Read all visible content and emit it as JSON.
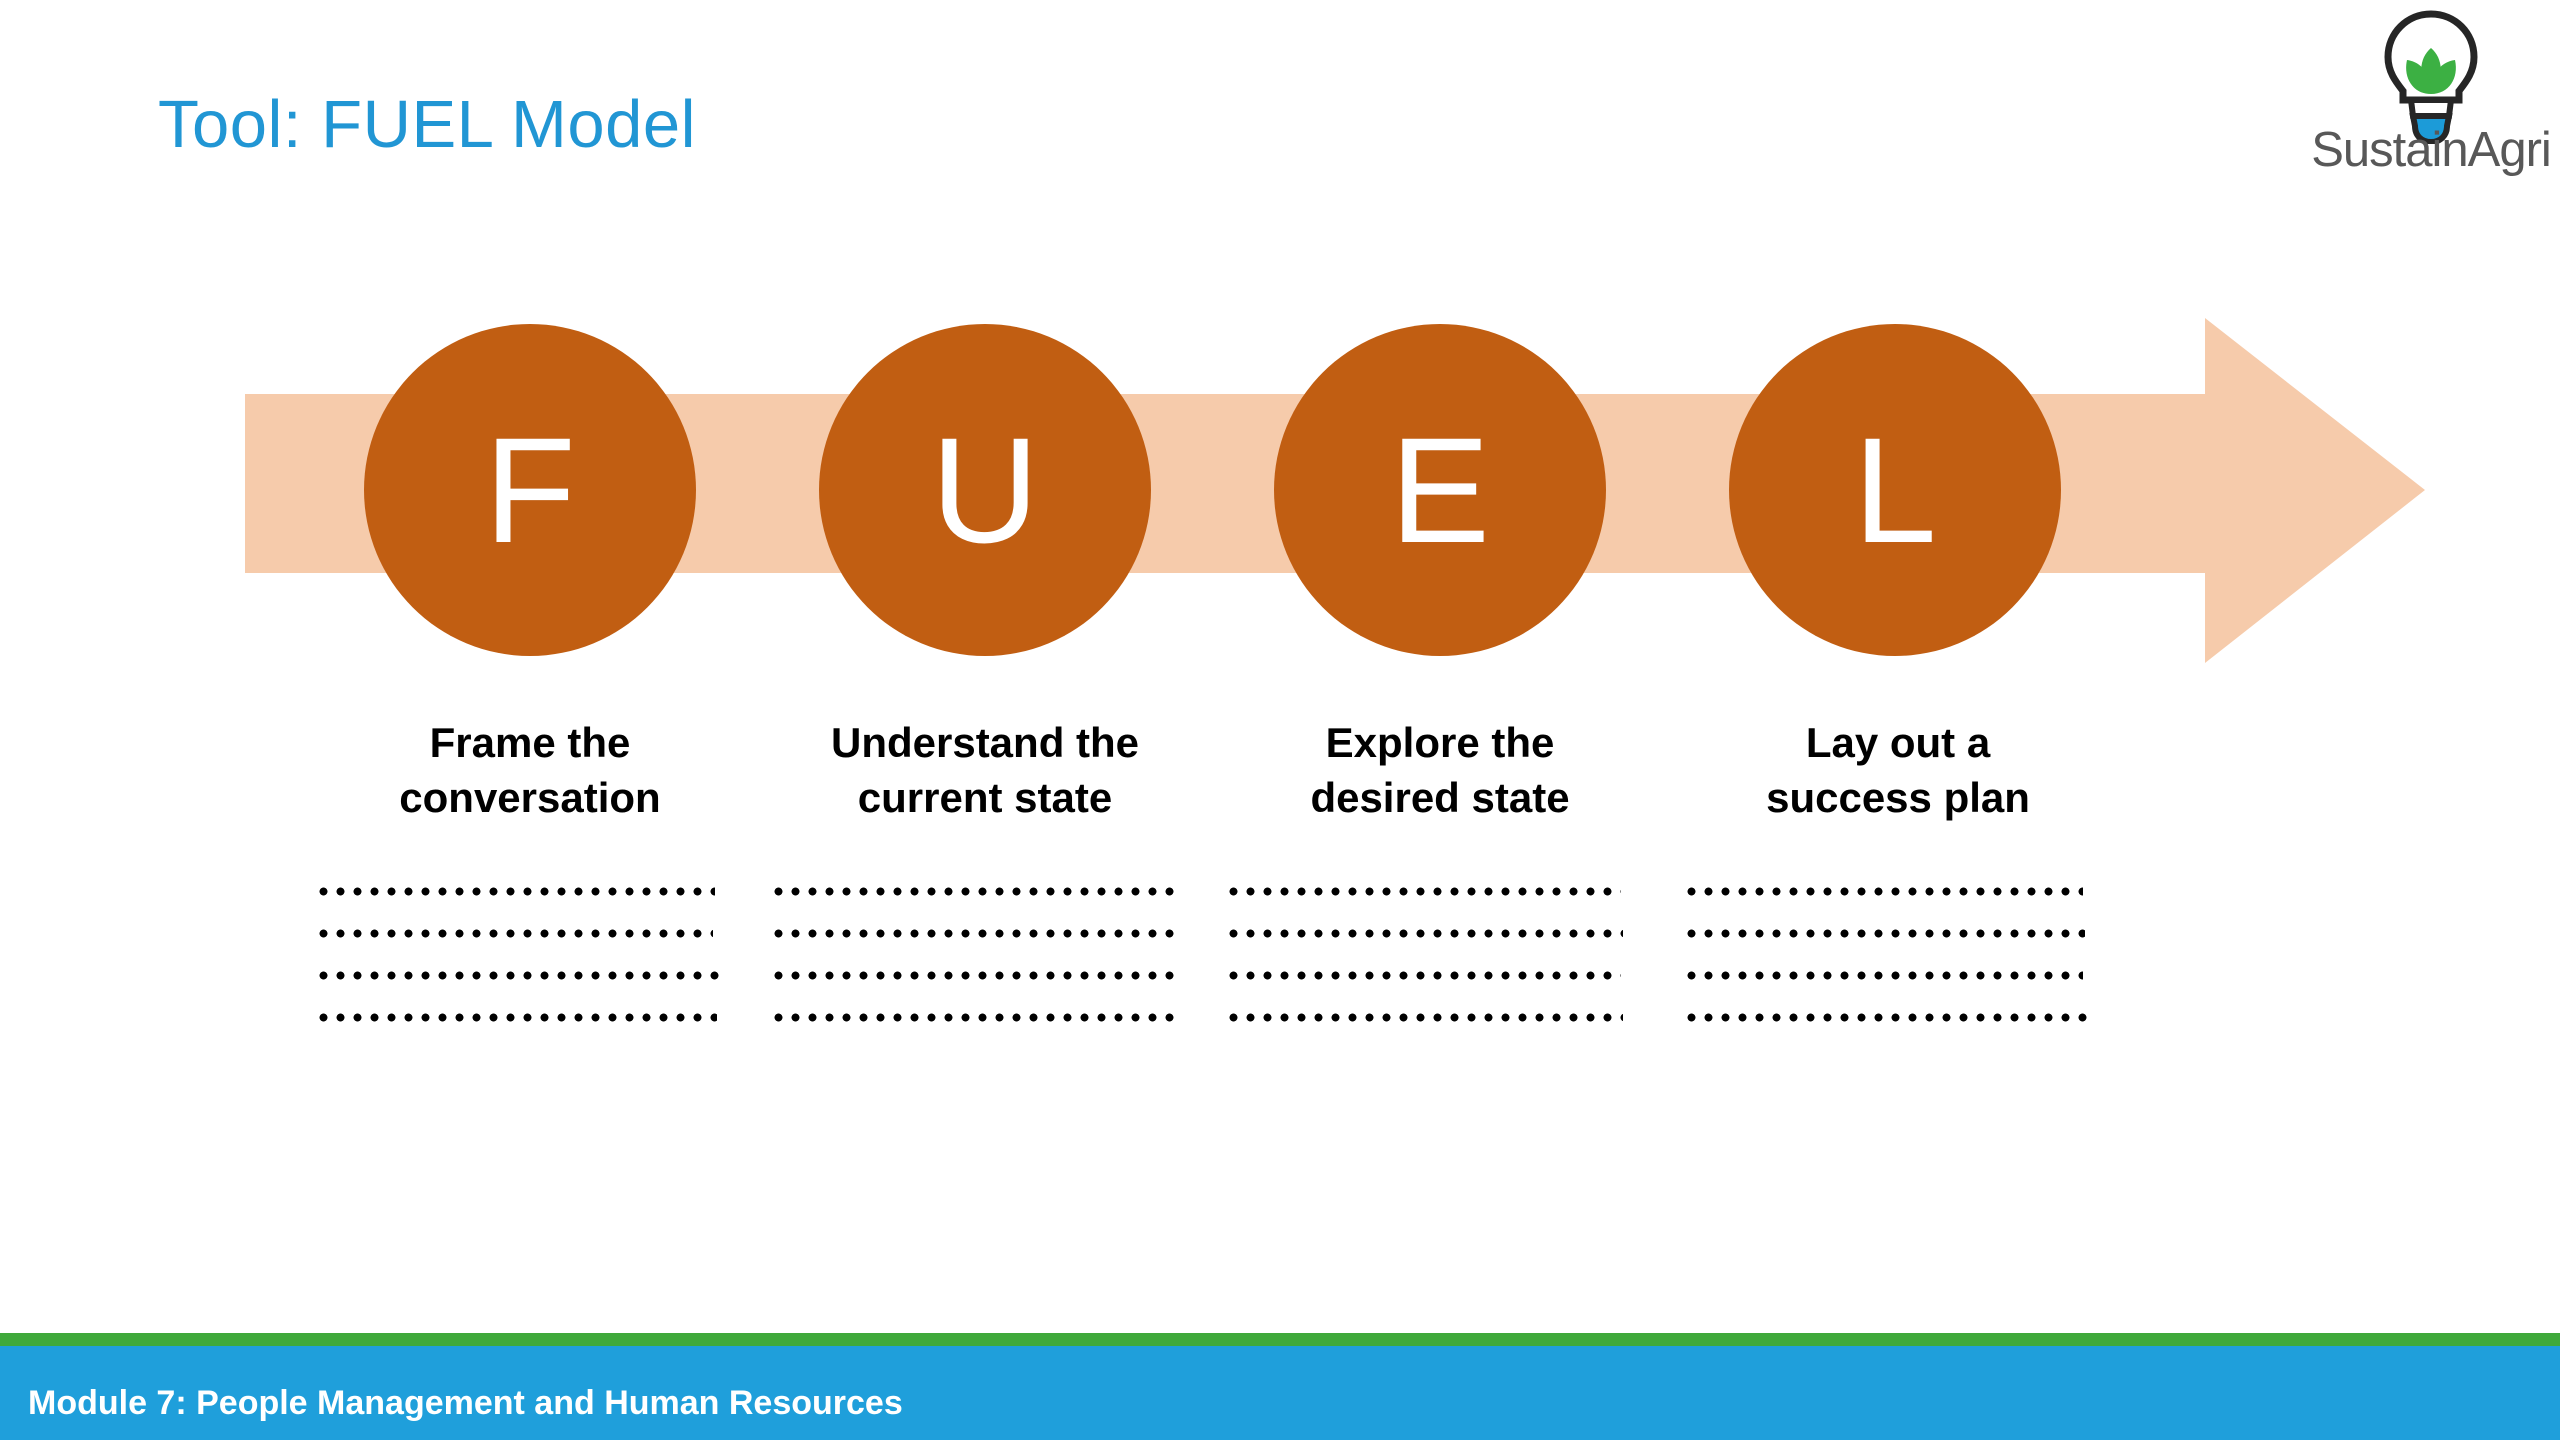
{
  "slide": {
    "title": "Tool: FUEL Model",
    "background_color": "#FFFFFF",
    "title_color": "#2196D4"
  },
  "logo": {
    "name": "SustainAgri",
    "wordmark": "SustainAgri",
    "icon": "lightbulb-with-leaves-icon",
    "bulb_outline_color": "#262626",
    "leaf_color": "#3CB043",
    "base_color": "#1C9BD8",
    "wordmark_color": "#585858"
  },
  "diagram": {
    "type": "process-arrow",
    "arrow_color": "#F6CBAB",
    "circle_color": "#C15E12",
    "circle_letter_color": "#FFFFFF",
    "stages": [
      {
        "letter": "F",
        "label_line1": "Frame the",
        "label_line2": "conversation",
        "note_lines": 4
      },
      {
        "letter": "U",
        "label_line1": "Understand the",
        "label_line2": "current state",
        "note_lines": 4
      },
      {
        "letter": "E",
        "label_line1": "Explore the",
        "label_line2": "desired state",
        "note_lines": 4
      },
      {
        "letter": "L",
        "label_line1": "Lay out a",
        "label_line2": "success plan",
        "note_lines": 4
      }
    ]
  },
  "footer": {
    "text": "Module 7: People Management and Human Resources",
    "accent_color": "#3FA93B",
    "bar_color": "#1F9FDB",
    "text_color": "#FFFFFF"
  }
}
